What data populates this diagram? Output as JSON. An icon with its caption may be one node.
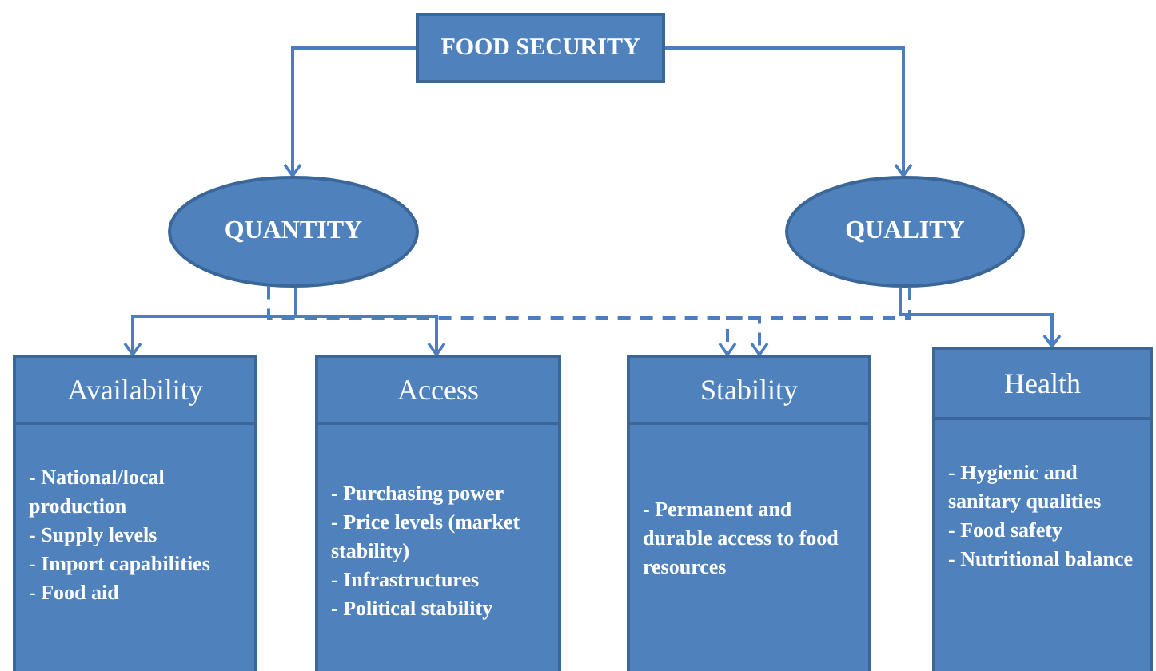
{
  "diagram": {
    "nodes": [
      {
        "text": [
          "FOOD SECURITY"
        ]
      },
      {
        "text": [
          "QUANTITY"
        ]
      },
      {
        "text": [
          "QUALITY"
        ]
      },
      {
        "text": [
          "Availability",
          "- National/local production",
          "- Supply levels",
          "- Import capabilities",
          "- Food aid"
        ]
      },
      {
        "text": [
          "Access",
          "- Purchasing power",
          "- Price levels (market stability)",
          "- Infrastructures",
          "- Political stability"
        ]
      },
      {
        "text": [
          "Stability",
          "- Permanent and durable access to food resources"
        ]
      },
      {
        "text": [
          "Health",
          "- Hygienic and sanitary qualities",
          "- Food safety",
          "- Nutritional balance"
        ]
      }
    ],
    "edges": [
      {
        "from": 0,
        "to": 1,
        "arrow": "to"
      },
      {
        "from": 0,
        "to": 2,
        "arrow": "to"
      },
      {
        "from": 1,
        "to": 3,
        "arrow": "to"
      },
      {
        "from": 1,
        "to": 4,
        "arrow": "to"
      },
      {
        "from": 1,
        "to": 5,
        "arrow": "to",
        "style": "dashed"
      },
      {
        "from": 2,
        "to": 6,
        "arrow": "to"
      },
      {
        "from": 2,
        "to": 5,
        "arrow": "to",
        "style": "dashed"
      }
    ]
  }
}
